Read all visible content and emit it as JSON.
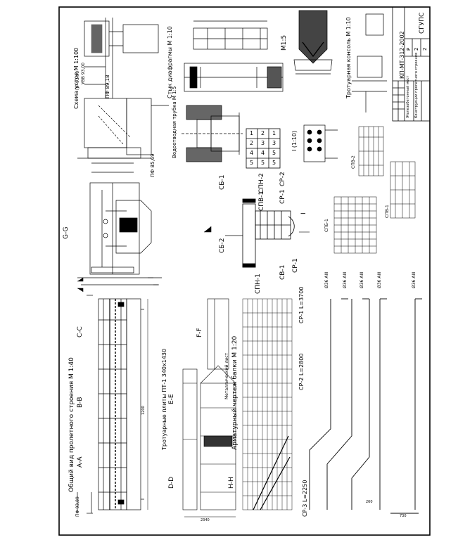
{
  "title_block": {
    "code": "КП-МТ-312-2002",
    "org": "СГУПС",
    "sheet_label": "Р",
    "sheet_no": "2",
    "sheets_total": "2",
    "subject_main": "Железобетонный мост",
    "subject_sub": "Конструкции пролетного строения"
  },
  "views": {
    "general_title": "Общий вид пролетного строения М 1:40",
    "aa": "А-А",
    "bb": "В-В",
    "cc": "С-С",
    "dd": "D-D",
    "ee": "Е-Е",
    "ff": "F-F",
    "gg": "G-G",
    "hh": "H-H",
    "sidewalk": "Тротуарные плиты ПТ-1 340х1430",
    "rebar_title": "Арматурный чертеж балки М 1:20",
    "scheme": "Схема устоя М 1:100",
    "deform_joint": "Стык диафрагмы М 1:10",
    "drain": "Водоотводная трубка М 1:5",
    "console": "Тротуарная консоль М 1:10",
    "m15": "М1:5",
    "node_i": "I (1:10)",
    "i_mark": "I"
  },
  "rebar_labels": {
    "cp3": "СР-3 L=2250",
    "cp2": "СР-2 L=2800",
    "cp1": "СР-1 L=3700",
    "spv1": "СПВ-1",
    "spn1": "СПН-1",
    "spn2": "СПН-2",
    "sb1": "СБ-1",
    "sb2": "СБ-2",
    "sv1": "СВ-1",
    "sr1": "СР-1",
    "sr2": "СР-2",
    "spb1": "СПБ-1",
    "spv1b": "СПВ-1",
    "spv2": "СПВ-2",
    "bar_a": "Ø36 AIII",
    "bar_b": "Ø36 AIII",
    "bar_c": "Ø36 AIII",
    "bar_d": "Ø36 AIII",
    "bar_e": "Ø36 AIII"
  },
  "levels": {
    "pr1": "ПР 93,90",
    "pr2": "УВВ 93,00",
    "pr3": "ПФ 89,18",
    "pr4": "ПФ 85,69",
    "pd": "ПФ 93,89"
  },
  "table": {
    "rows": [
      [
        "1",
        "2",
        "1"
      ],
      [
        "2",
        "3",
        "3"
      ],
      [
        "4",
        "4",
        "5"
      ],
      [
        "5",
        "5",
        "5"
      ]
    ]
  },
  "misc": {
    "metal_sheet": "Металлический лист",
    "dim_1200": "1200",
    "dim_2340": "2340",
    "dim_730": "730",
    "dim_260": "260"
  }
}
